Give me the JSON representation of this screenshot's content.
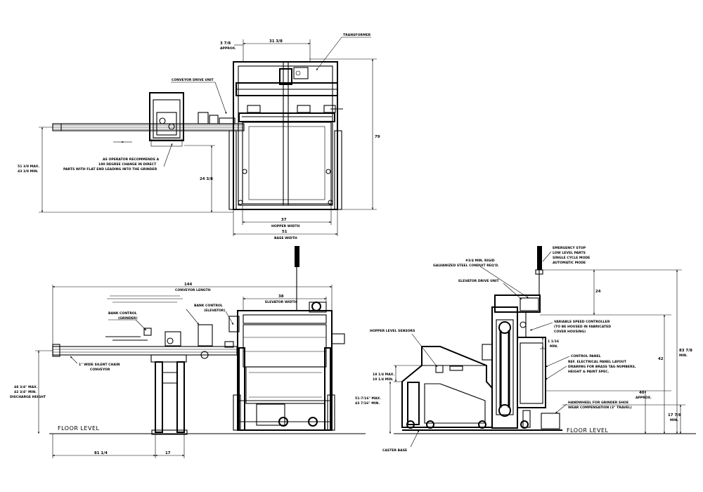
{
  "top_view": {
    "transformer": "TRANSFORMER",
    "conveyor_drive_unit": "CONVEYOR DRIVE UNIT",
    "dim_approx_value": "3 7/8",
    "dim_approx_note": "APPROX.",
    "dim_31_3_8": "31 3/8",
    "dim_79": "79",
    "dim_24_3_8": "24 3/8",
    "dim_51_3_8": "51 3/8 MAX.",
    "dim_43_3_8": "43 3/8 MIN.",
    "recommend_line1": "AS OPERATOR RECOMMENDS A",
    "recommend_line2": "180 DEGREE CHANGE IN DIRECT",
    "recommend_line3": "PARTS WITH FLAT END LEADING INTO THE GRINDER",
    "dim_37": "37",
    "hopper_width": "HOPPER WIDTH",
    "dim_51": "51",
    "base_width": "BASE WIDTH"
  },
  "front_view": {
    "dim_144": "144",
    "conveyor_length": "CONVEYOR LENGTH",
    "dim_38": "38",
    "elevator_width": "ELEVATOR WIDTH",
    "bank_control_grinder_1": "BANK CONTROL",
    "bank_control_grinder_2": "(GRINDER)",
    "bank_control_elevator_1": "BANK CONTROL",
    "bank_control_elevator_2": "(ELEVATOR)",
    "silent_chain_1": "1\" WIDE SILENT CHAIN",
    "silent_chain_2": "CONVEYOR",
    "dim_48": "48 3/4\" MAX.",
    "dim_42": "42 3/4\" MIN.",
    "discharge_height": "DISCHARGE HEIGHT",
    "floor_level": "FLOOR LEVEL",
    "dim_81": "81 1/4",
    "dim_17": "17"
  },
  "side_view": {
    "e_stop_1": "EMERGENCY STOP",
    "e_stop_2": "LOW LEVEL PARTS",
    "e_stop_3": "SINGLE CYCLE MODE",
    "e_stop_4": "AUTOMATIC MODE",
    "conduit_1": "#3/4 MIN. RIGID",
    "conduit_2": "GALVANIZED STEEL CONDUIT REQ'D.",
    "elevator_drive": "ELEVATOR DRIVE UNIT",
    "dim_24": "24",
    "dim_83": "83 7/8",
    "dim_83_note": "MIN.",
    "vsc_1": "VARIABLE SPEED CONTROLLER",
    "vsc_2": "(TO BE HOUSED IN FABRICATED",
    "vsc_3": "COVER HOUSING)",
    "hopper_sensors": "HOPPER LEVEL SENSORS",
    "dim_1_1_16": "1 1/16",
    "dim_1_1_16_note": "MIN.",
    "control_panel": "CONTROL PANEL",
    "ref_1": "REF. ELECTRICAL PANEL LAYOUT",
    "ref_2": "DRAWING FOR BRASS TAG NUMBERS,",
    "ref_3": "HEIGHT & PAINT SPEC.",
    "dim_18": "18 1/4 MAX.",
    "dim_10": "10 1/4 MIN.",
    "dim_40": "40",
    "dim_42": "42",
    "dim_42_note": "APPROX.",
    "dim_51_7_16": "51-7/16\" MAX.",
    "dim_43_7_16": "43 7/16\" MIN.",
    "handwheel_1": "HANDWHEEL FOR GRINDER SHOE",
    "handwheel_2": "WEAR COMPENSATION (3\" TRAVEL)",
    "dim_17_7_8": "17 7/8",
    "dim_17_7_8_note": "MIN.",
    "floor_level": "FLOOR LEVEL",
    "caster_base": "CASTER BASE"
  }
}
